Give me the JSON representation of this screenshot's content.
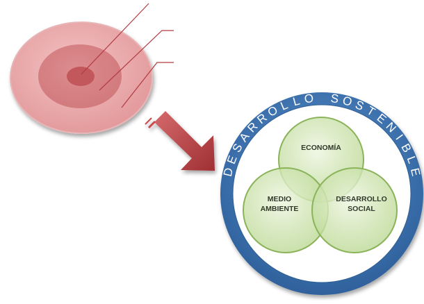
{
  "ring": {
    "text": "DESARROLLO SOSTENIBLE"
  },
  "venn": {
    "top_label": "ECONOMÍA",
    "left_label_line1": "MEDIO",
    "left_label_line2": "AMBIENTE",
    "right_label_line1": "DESARROLLO",
    "right_label_line2": "SOCIAL"
  },
  "colors": {
    "ring_blue": "#3f78b5",
    "circle_green": "#c9e0a6",
    "arrow_red": "#b84548",
    "disc_pink": "#e9a8aa"
  }
}
